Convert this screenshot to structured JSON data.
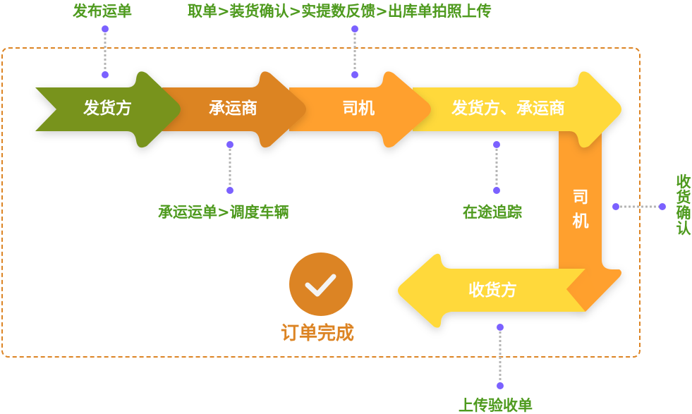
{
  "colors": {
    "green": "#78931A",
    "orange_dark": "#DC8424",
    "orange": "#FFA02E",
    "yellow": "#FFD93A",
    "label_green": "#4E9A1E",
    "connector_dot": "#7B61FF",
    "connector_line": "#B5B5B5",
    "frame": "#DC8424"
  },
  "stages": [
    {
      "id": "shipper",
      "label": "发货方"
    },
    {
      "id": "carrier",
      "label": "承运商"
    },
    {
      "id": "driver",
      "label": "司机"
    },
    {
      "id": "shipper-carrier",
      "label": "发货方、承运商"
    },
    {
      "id": "driver-delivery",
      "label": "司机"
    },
    {
      "id": "receiver",
      "label": "收货方"
    }
  ],
  "annotations": [
    {
      "id": "publish",
      "text": "发布运单"
    },
    {
      "id": "pickup",
      "text": "取单>装货确认>实提数反馈>出库单拍照上传"
    },
    {
      "id": "dispatch",
      "text": "承运运单>调度车辆"
    },
    {
      "id": "tracking",
      "text": "在途追踪"
    },
    {
      "id": "receipt-confirm",
      "text": "收货确认"
    },
    {
      "id": "upload-receipt",
      "text": "上传验收单"
    }
  ],
  "completion": {
    "label": "订单完成",
    "icon": "check-icon"
  }
}
